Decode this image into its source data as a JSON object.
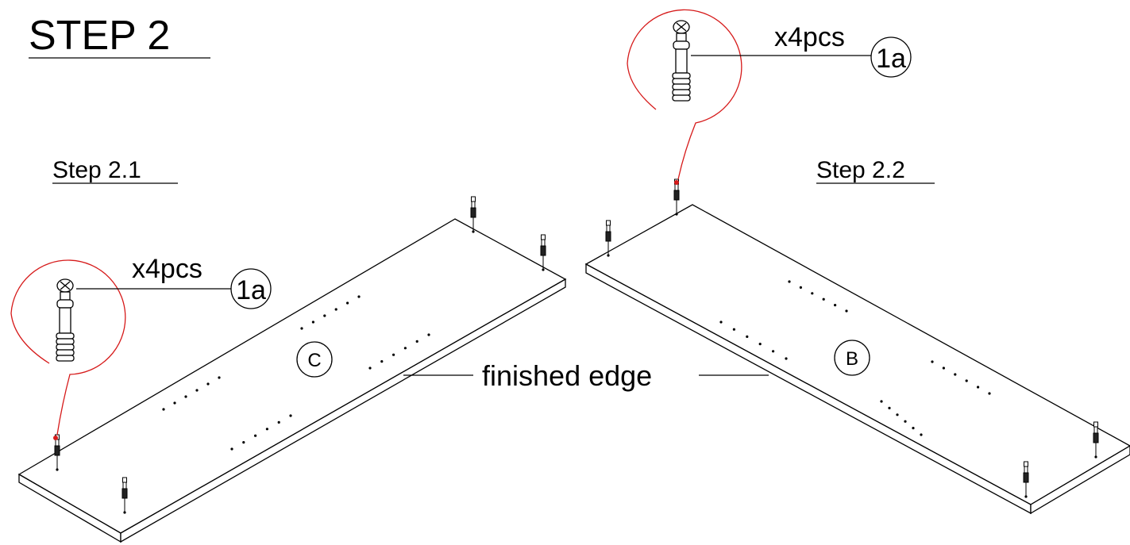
{
  "title": "STEP 2",
  "steps": [
    {
      "label": "Step 2.1",
      "quantity": "x4pcs",
      "part_callout": "1a",
      "panel_label": "C"
    },
    {
      "label": "Step 2.2",
      "quantity": "x4pcs",
      "part_callout": "1a",
      "panel_label": "B"
    }
  ],
  "edge_note": "finished edge",
  "colors": {
    "line": "#000000",
    "callout_circle": "#d61a1a"
  }
}
